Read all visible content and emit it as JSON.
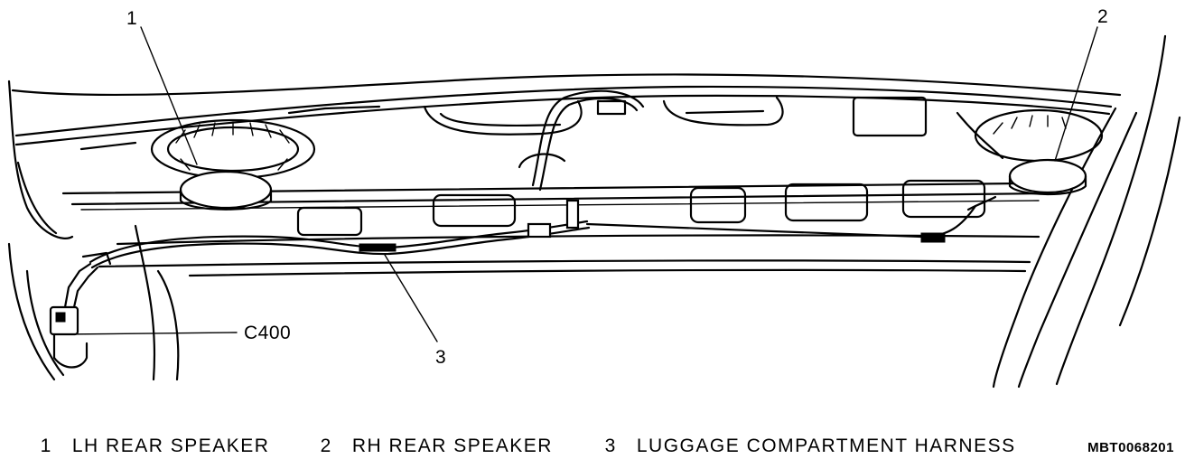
{
  "figure_id": "MBT0068201",
  "callouts": {
    "lh_rear_speaker": "1",
    "rh_rear_speaker": "2",
    "luggage_harness": "3",
    "connector": "C400"
  },
  "legend": [
    {
      "number": "1",
      "label": "LH REAR SPEAKER"
    },
    {
      "number": "2",
      "label": "RH REAR SPEAKER"
    },
    {
      "number": "3",
      "label": "LUGGAGE COMPARTMENT HARNESS"
    }
  ]
}
